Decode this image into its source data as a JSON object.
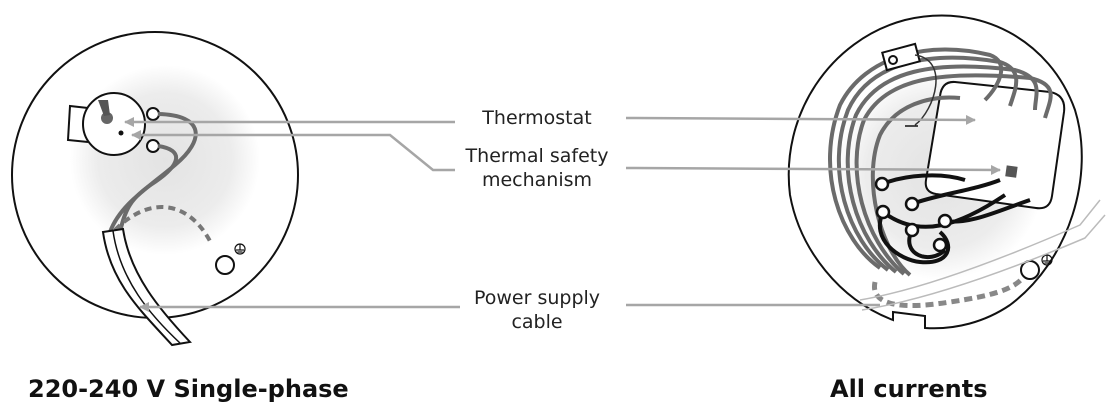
{
  "labels": {
    "thermostat": "Thermostat",
    "thermal_safety_line1": "Thermal safety",
    "thermal_safety_line2": "mechanism",
    "power_cable_line1": "Power supply",
    "power_cable_line2": "cable"
  },
  "captions": {
    "left": "220-240 V Single-phase",
    "right": "All currents"
  },
  "icons": {
    "earth": "earth-ground-symbol"
  },
  "colors": {
    "line": "#111111",
    "leader": "#a6a6a6",
    "disc": "#e9e9e9",
    "wire_gray": "#6b6b6b"
  }
}
